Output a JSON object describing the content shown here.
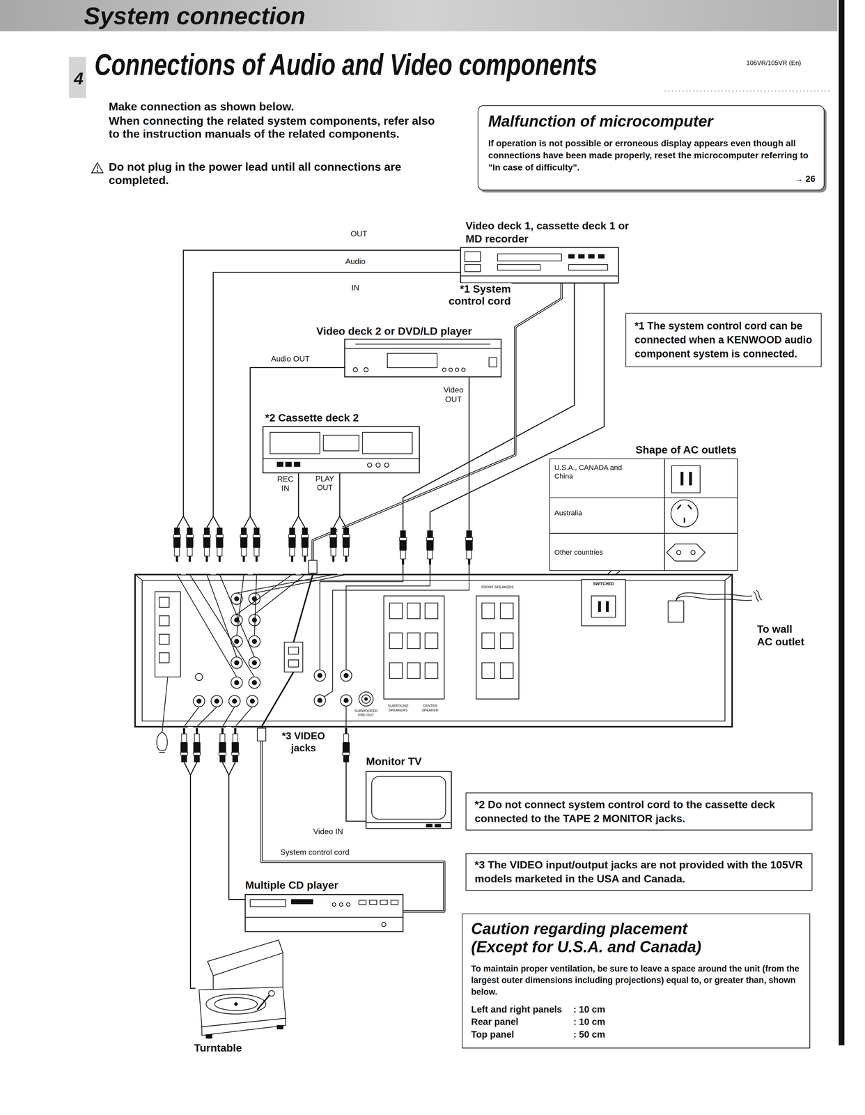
{
  "diagram": {
    "title": "Connections of Audio and Video components",
    "nodes": [
      {
        "text": [
          "Malfunction of microcomputer",
          "If operation is not possible or erroneous display appears even though all connections have been made properly, reset the microcomputer referring to \"In case of difficulty\".",
          "→ 26"
        ]
      },
      {
        "text": [
          "Video deck 1, cassette deck 1 or MD recorder"
        ]
      },
      {
        "text": [
          "Video deck 2 or DVD/LD player"
        ]
      },
      {
        "text": [
          "*2 Cassette deck 2"
        ]
      },
      {
        "text": [
          "*1 The system control cord can be connected when a KENWOOD audio component system is connected."
        ]
      },
      {
        "text": [
          "Shape of AC outlets"
        ]
      },
      {
        "text": [
          "*3 VIDEO jacks"
        ]
      },
      {
        "text": [
          "Monitor TV"
        ]
      },
      {
        "text": [
          "*2 Do not connect system control cord to the cassette deck connected to the TAPE 2 MONITOR jacks."
        ]
      },
      {
        "text": [
          "*3 The VIDEO input/output jacks are not provided with the 105VR models marketed in the USA and Canada."
        ]
      },
      {
        "text": [
          "Multiple CD player"
        ]
      },
      {
        "text": [
          "Caution regarding placement (Except for U.S.A. and Canada)",
          "To maintain proper ventilation, be sure to leave a space around the unit (from the largest outer dimensions including projections) equal to, or greater than, shown below.",
          "Left and right panels",
          ": 10 cm",
          "Rear panel",
          ": 10 cm",
          "Top panel",
          ": 50 cm"
        ]
      },
      {
        "text": [
          "Turntable"
        ]
      }
    ],
    "edges": [
      {
        "from": 1,
        "to": 6,
        "label": "OUT",
        "arrow": "none"
      },
      {
        "from": 6,
        "to": 1,
        "label": "IN",
        "arrow": "none"
      },
      {
        "from": 1,
        "to": 6,
        "arrow": "none"
      },
      {
        "from": 1,
        "to": 6,
        "arrow": "none"
      },
      {
        "from": 1,
        "to": 6,
        "label": "*1 System control cord",
        "arrow": "none"
      },
      {
        "from": 2,
        "to": 6,
        "label": "Audio OUT",
        "arrow": "none"
      },
      {
        "from": 2,
        "to": 6,
        "label": "Video OUT",
        "arrow": "none"
      },
      {
        "from": 6,
        "to": 3,
        "label": "REC IN",
        "arrow": "none"
      },
      {
        "from": 3,
        "to": 6,
        "label": "PLAY OUT",
        "arrow": "none"
      },
      {
        "from": 6,
        "to": 7,
        "label": "Video IN",
        "arrow": "none"
      },
      {
        "from": 10,
        "to": 6,
        "arrow": "none"
      },
      {
        "from": 10,
        "to": 6,
        "label": "System control cord",
        "arrow": "none"
      },
      {
        "from": 12,
        "to": 6,
        "arrow": "none"
      }
    ],
    "labels": [
      "System connection",
      "4",
      "106VR/105VR (En)",
      "Make connection as shown below.",
      "When connecting the related system components, refer also to the instruction manuals of the related components.",
      "Do not plug in the power lead until all connections are completed.",
      "Audio",
      "U.S.A., CANADA and China",
      "Australia",
      "Other countries",
      "To wall AC outlet",
      "SWITCHED",
      "FRONT SPEAKERS",
      "SURROUND SPEAKERS",
      "CENTER SPEAKER",
      "SUBWOOFER PRE OUT"
    ]
  }
}
